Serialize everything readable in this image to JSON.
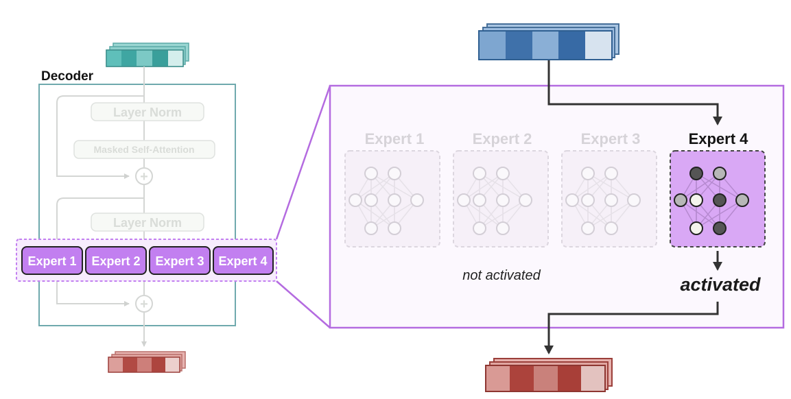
{
  "decoder": {
    "title": "Decoder",
    "layer_norm_top": "Layer Norm",
    "masked_self_attention": "Masked Self-Attention",
    "layer_norm_bottom": "Layer Norm",
    "plus_symbol": "+",
    "experts": [
      "Expert 1",
      "Expert 2",
      "Expert 3",
      "Expert 4"
    ]
  },
  "zoom": {
    "experts": [
      {
        "label": "Expert 1",
        "active": false
      },
      {
        "label": "Expert 2",
        "active": false
      },
      {
        "label": "Expert 3",
        "active": false
      },
      {
        "label": "Expert 4",
        "active": true
      }
    ],
    "not_activated_label": "not activated",
    "activated_label": "activated"
  },
  "colors": {
    "input_token": "#5dbdb9",
    "output_token": "#c0504a",
    "zoom_input": "#4f83b9",
    "zoom_output": "#c14c45",
    "expert_purple": "#c27ff0",
    "panel_border": "#b46be0",
    "decoder_border": "#6fa9ad"
  }
}
